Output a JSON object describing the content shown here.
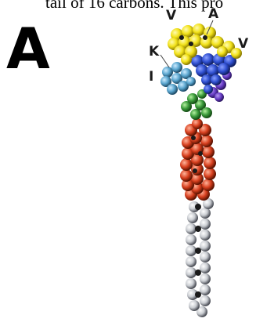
{
  "caption_fragment": "tail of 16 carbons.  This pro",
  "panel_label": "A",
  "residue_labels": {
    "v_left": "V",
    "a": "A",
    "k": "K",
    "v_right": "V",
    "i": "I"
  },
  "colors": {
    "valine_head": "#f2e21a",
    "alanine": "#2f4fd0",
    "valine_right": "#6a3fc8",
    "lysine": "#5aa6cf",
    "isoleucine": "#3a9a3a",
    "peptide_red": "#d8401f",
    "lipid_tail": "#c9ccd1"
  }
}
